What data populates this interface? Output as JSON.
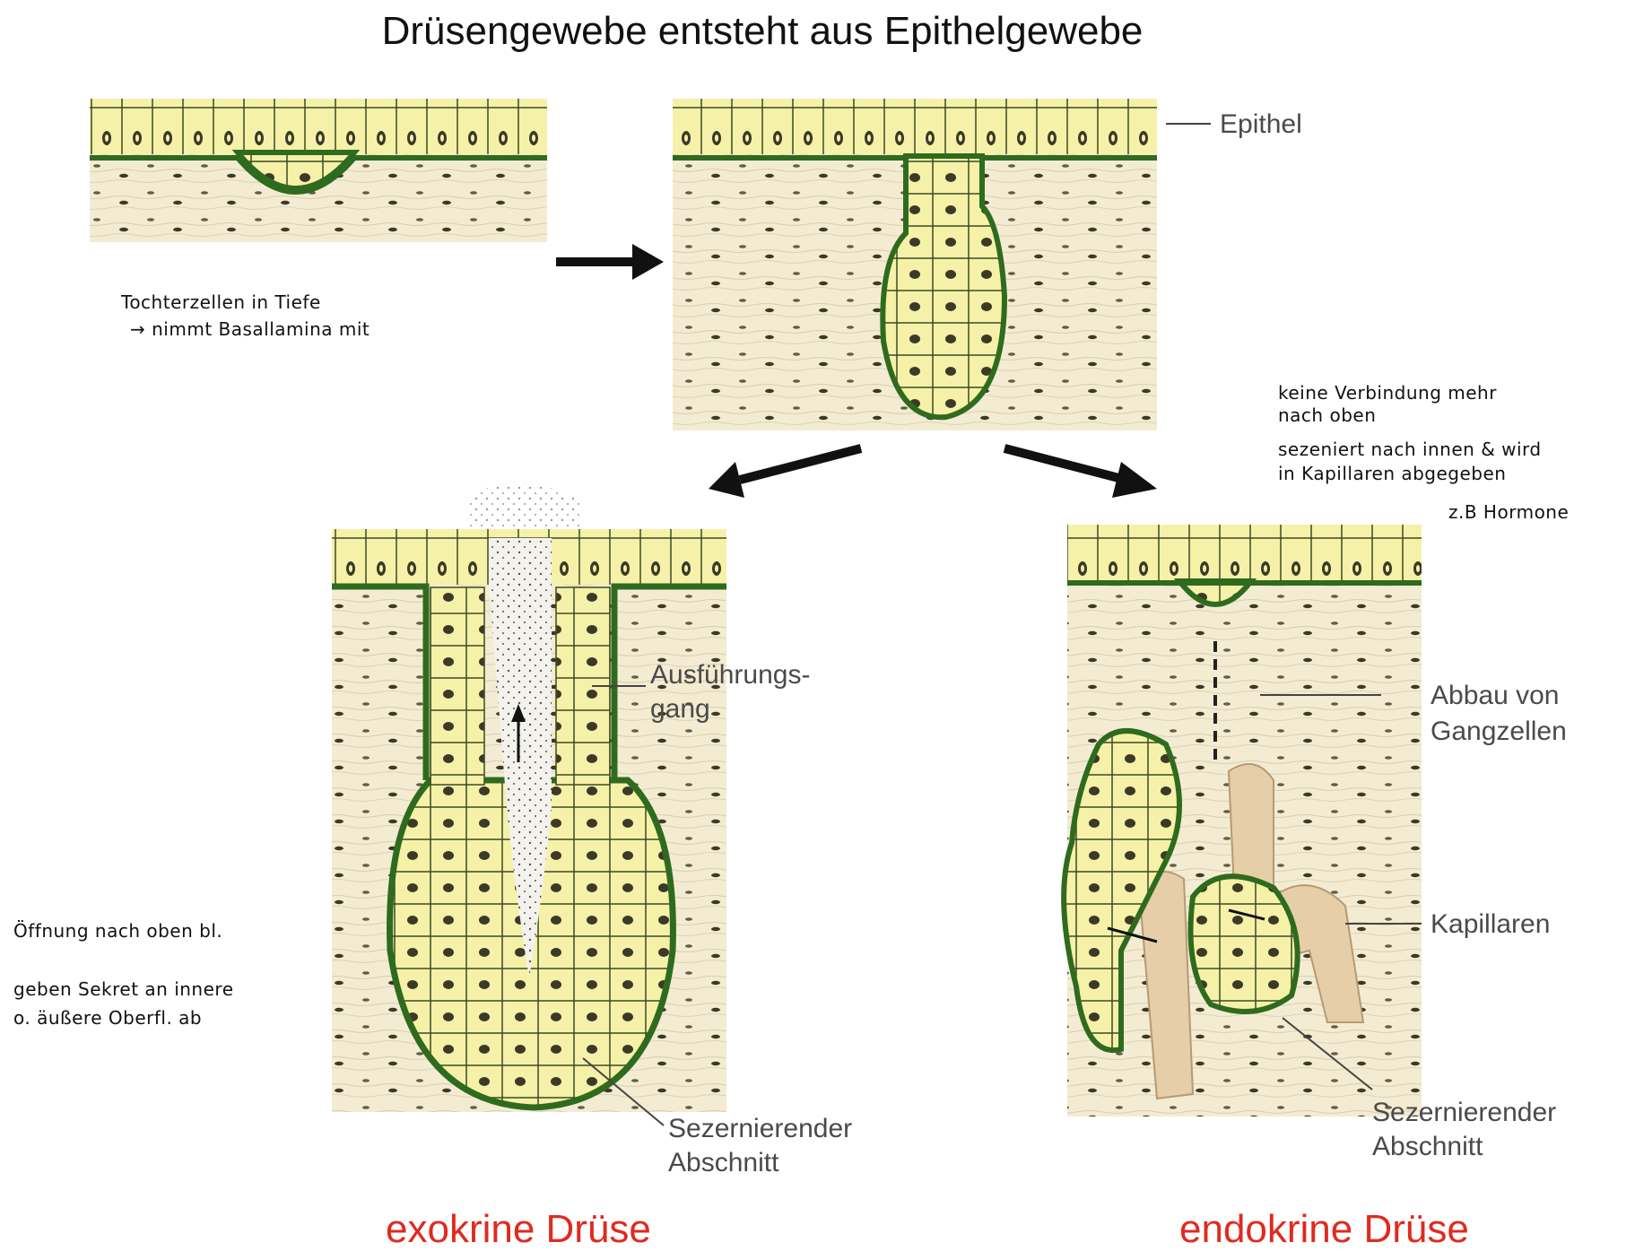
{
  "title": "Drüsengewebe entsteht aus Epithelgewebe",
  "colors": {
    "tissue": "#f3ecd2",
    "cell_fill": "#f6f1a8",
    "membrane": "#2f6b1e",
    "nucleus": "#3c3a26",
    "arrow": "#111111",
    "label_red": "#e02a1f",
    "capillary": "#e6cfa8"
  },
  "notes": {
    "step1_line1": "Tochterzellen in Tiefe",
    "step1_line2": "→ nimmt Basallamina mit",
    "endo_line1": "keine Verbindung mehr",
    "endo_line2": "nach oben",
    "endo_line3": "sezeniert nach innen & wird",
    "endo_line4": "in Kapillaren abgegeben",
    "endo_line5": "z.B Hormone",
    "exo_line1": "Öffnung nach oben bl.",
    "exo_line2": "geben Sekret an innere",
    "exo_line3": "o. äußere Oberfl. ab"
  },
  "labels": {
    "epithel": "Epithel",
    "ausfuehrung_1": "Ausführungs-",
    "ausfuehrung_2": "gang",
    "sezern_exo_1": "Sezernierender",
    "sezern_exo_2": "Abschnitt",
    "abbau_1": "Abbau von",
    "abbau_2": "Gangzellen",
    "kapillaren": "Kapillaren",
    "sezern_endo_1": "Sezernierender",
    "sezern_endo_2": "Abschnitt"
  },
  "captions": {
    "exokrine": "exokrine Drüse",
    "endokrine": "endokrine Drüse"
  },
  "icons": [
    "arrow-right-icon",
    "arrow-down-left-icon",
    "arrow-down-right-icon"
  ]
}
